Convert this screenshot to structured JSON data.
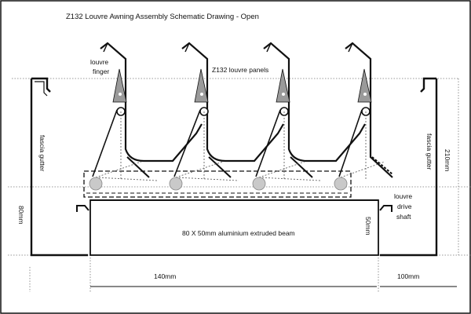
{
  "title": "Z132 Louvre Awning Assembly Schematic Drawing - Open",
  "labels": {
    "louvre_finger_1": "louvre",
    "louvre_finger_2": "finger",
    "louvre_panels": "Z132 louvre panels",
    "fascia_left": "fascia gutter",
    "fascia_right": "fascia gutter",
    "dim_210": "210mm",
    "dim_80": "80mm",
    "dim_50": "50mm",
    "beam": "80 X 50mm aluminium extruded beam",
    "drive_1": "louvre",
    "drive_2": "drive",
    "drive_3": "shaft",
    "dim_140": "140mm",
    "dim_100": "100mm"
  },
  "colors": {
    "line": "#111111",
    "finger_fill": "#9a9a9a",
    "pivot_fill": "#c9c9c9",
    "dotted": "#777777"
  }
}
